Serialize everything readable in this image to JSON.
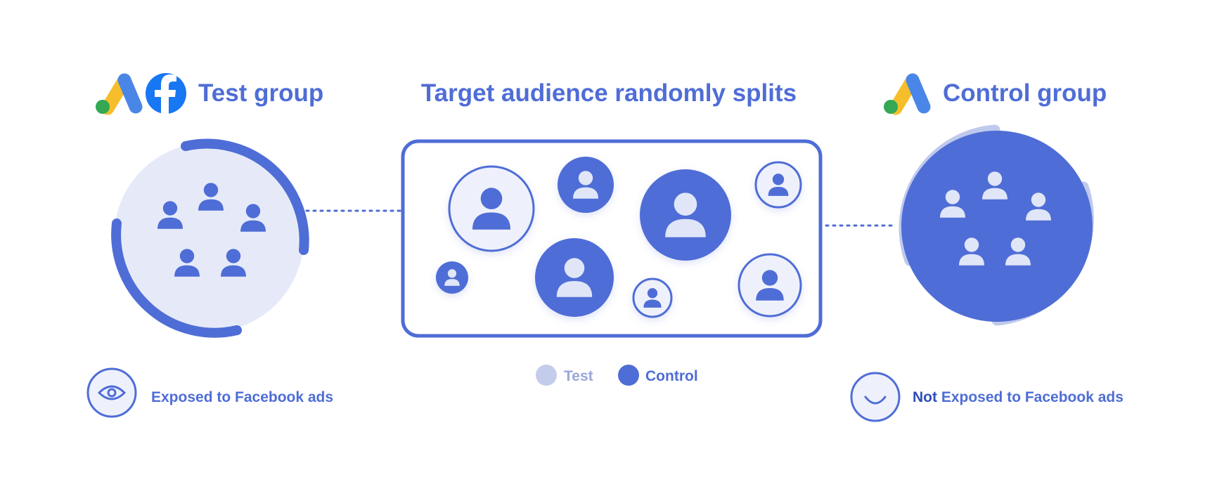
{
  "test_group": {
    "title": "Test group",
    "logos": [
      "google-ads-logo",
      "facebook-logo"
    ],
    "caption": "Exposed to Facebook ads",
    "icon": "eye-icon"
  },
  "center": {
    "title": "Target audience randomly splits"
  },
  "control_group": {
    "title": "Control group",
    "logos": [
      "google-ads-logo"
    ],
    "caption_bold": "Not",
    "caption_rest": " Exposed to Facebook ads",
    "icon": "smile-icon"
  },
  "legend": {
    "test_label": "Test",
    "control_label": "Control"
  },
  "colors": {
    "primary": "#4F6DD6",
    "light": "#E6EAF8",
    "pale_blue": "#BFC9EC",
    "google_yellow": "#F6BE2B",
    "google_blue": "#4A86E8",
    "google_green": "#34A853",
    "facebook_blue": "#1877F2"
  }
}
